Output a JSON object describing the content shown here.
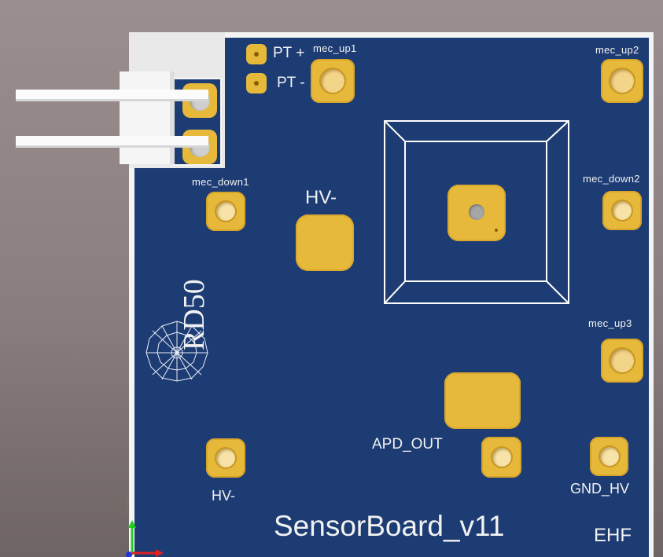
{
  "board": {
    "title": "SensorBoard_v11",
    "vendor": "EHF",
    "logo_text": "RD50"
  },
  "labels": {
    "pt_plus": "PT +",
    "pt_minus": "PT -",
    "mec_up1": "mec_up1",
    "mec_up2": "mec_up2",
    "mec_up3": "mec_up3",
    "mec_down1": "mec_down1",
    "mec_down2": "mec_down2",
    "hv_minus_top": "HV-",
    "hv_minus_bottom": "HV-",
    "apd_out": "APD_OUT",
    "gnd_hv": "GND_HV"
  },
  "colors": {
    "pcb": "#1d3c74",
    "copper": "#e6b93a",
    "silkscreen": "#f2f2f2",
    "background": "#8f8383"
  },
  "icons": [
    "rd50-logo-icon",
    "axis-gizmo-icon"
  ]
}
